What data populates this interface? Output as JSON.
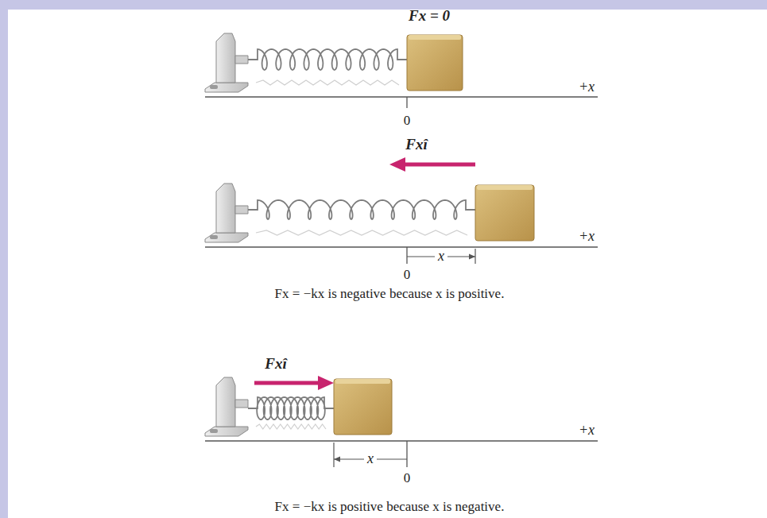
{
  "diagram": {
    "labels": [
      "Fx = 0",
      "+x",
      "0",
      "Fxî",
      "x",
      "+x",
      "0",
      "Fx = −kx is negative because x is positive.",
      "Fxî",
      "x",
      "+x",
      "0",
      "Fx = −kx is positive because x is negative."
    ]
  }
}
